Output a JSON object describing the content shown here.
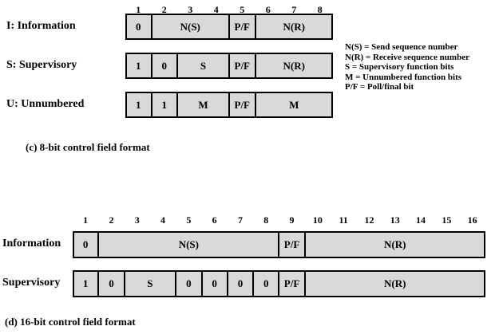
{
  "section_8bit": {
    "caption": "(c) 8-bit control field format",
    "bit_numbers": [
      "1",
      "2",
      "3",
      "4",
      "5",
      "6",
      "7",
      "8"
    ],
    "rows": [
      {
        "label": "I: Information",
        "fields": [
          {
            "text": "0",
            "bits": 1
          },
          {
            "text": "N(S)",
            "bits": 3
          },
          {
            "text": "P/F",
            "bits": 1
          },
          {
            "text": "N(R)",
            "bits": 3
          }
        ]
      },
      {
        "label": "S: Supervisory",
        "fields": [
          {
            "text": "1",
            "bits": 1
          },
          {
            "text": "0",
            "bits": 1
          },
          {
            "text": "S",
            "bits": 2
          },
          {
            "text": "P/F",
            "bits": 1
          },
          {
            "text": "N(R)",
            "bits": 3
          }
        ]
      },
      {
        "label": "U: Unnumbered",
        "fields": [
          {
            "text": "1",
            "bits": 1
          },
          {
            "text": "1",
            "bits": 1
          },
          {
            "text": "M",
            "bits": 2
          },
          {
            "text": "P/F",
            "bits": 1
          },
          {
            "text": "M",
            "bits": 3
          }
        ]
      }
    ]
  },
  "legend": [
    "N(S) = Send sequence number",
    "N(R) = Receive sequence number",
    "S = Supervisory function bits",
    "M = Unnumbered function bits",
    "P/F = Poll/final bit"
  ],
  "section_16bit": {
    "caption": "(d) 16-bit control field format",
    "bit_numbers": [
      "1",
      "2",
      "3",
      "4",
      "5",
      "6",
      "7",
      "8",
      "9",
      "10",
      "11",
      "12",
      "13",
      "14",
      "15",
      "16"
    ],
    "rows": [
      {
        "label": "Information",
        "fields": [
          {
            "text": "0",
            "bits": 1
          },
          {
            "text": "N(S)",
            "bits": 7
          },
          {
            "text": "P/F",
            "bits": 1
          },
          {
            "text": "N(R)",
            "bits": 7
          }
        ]
      },
      {
        "label": "Supervisory",
        "fields": [
          {
            "text": "1",
            "bits": 1
          },
          {
            "text": "0",
            "bits": 1
          },
          {
            "text": "S",
            "bits": 2
          },
          {
            "text": "0",
            "bits": 1
          },
          {
            "text": "0",
            "bits": 1
          },
          {
            "text": "0",
            "bits": 1
          },
          {
            "text": "0",
            "bits": 1
          },
          {
            "text": "P/F",
            "bits": 1
          },
          {
            "text": "N(R)",
            "bits": 7
          }
        ]
      }
    ]
  }
}
